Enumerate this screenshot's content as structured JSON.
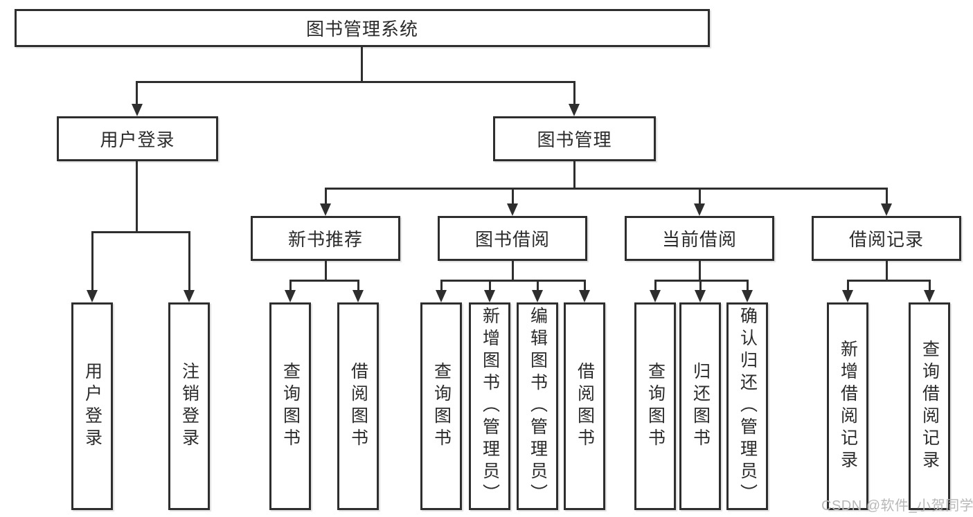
{
  "diagram": {
    "root": {
      "label": "图书管理系统"
    },
    "user_branch": {
      "label": "用户登录",
      "children": [
        {
          "label": "用户登录"
        },
        {
          "label": "注销登录"
        }
      ]
    },
    "book_branch": {
      "label": "图书管理",
      "children": [
        {
          "label": "新书推荐",
          "children": [
            {
              "label": "查询图书"
            },
            {
              "label": "借阅图书"
            }
          ]
        },
        {
          "label": "图书借阅",
          "children": [
            {
              "label": "查询图书"
            },
            {
              "label": "新增图书（管理员）"
            },
            {
              "label": "编辑图书（管理员）"
            },
            {
              "label": "借阅图书"
            }
          ]
        },
        {
          "label": "当前借阅",
          "children": [
            {
              "label": "查询图书"
            },
            {
              "label": "归还图书"
            },
            {
              "label": "确认归还（管理员）"
            }
          ]
        },
        {
          "label": "借阅记录",
          "children": [
            {
              "label": "新增借阅记录"
            },
            {
              "label": "查询借阅记录"
            }
          ]
        }
      ]
    }
  },
  "watermark": {
    "text": "CSDN @软件_小贺同学"
  },
  "colors": {
    "line": "#2e2e2e",
    "text": "#2b2b2b",
    "watermark": "#b8b8b8",
    "background": "#ffffff"
  }
}
